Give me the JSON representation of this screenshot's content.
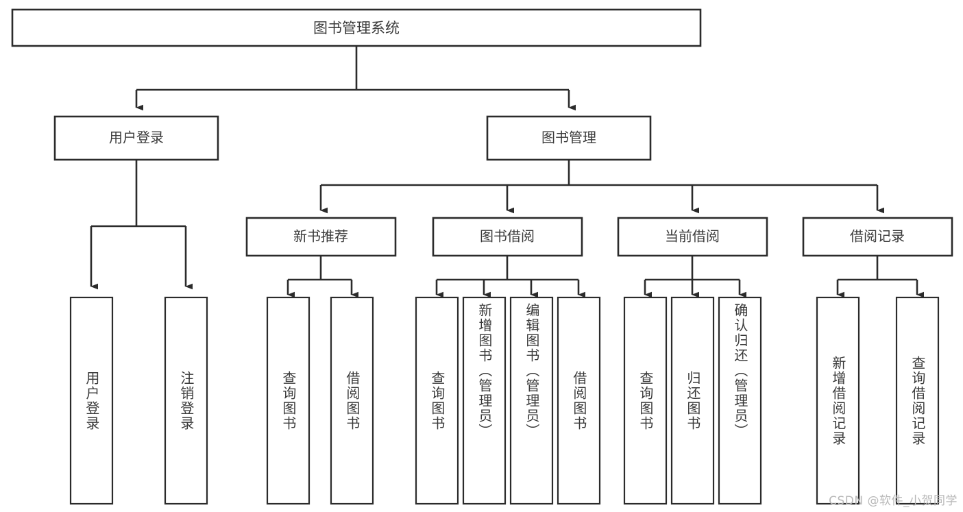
{
  "diagram": {
    "type": "tree-hierarchy",
    "title": "图书管理系统",
    "orientation": "top-down",
    "watermark": "CSDN @软件_小贺同学",
    "colors": {
      "background": "#ffffff",
      "node_stroke": "#2b2b2b",
      "node_fill": "#ffffff",
      "text": "#3a3a3a",
      "watermark": "#b8b8b8"
    },
    "root": {
      "id": "root",
      "label": "图书管理系统"
    },
    "level1": [
      {
        "id": "user-login",
        "label": "用户登录"
      },
      {
        "id": "book-manage",
        "label": "图书管理"
      }
    ],
    "level2": [
      {
        "id": "new-book-recommend",
        "label": "新书推荐",
        "parent": "book-manage"
      },
      {
        "id": "book-borrow",
        "label": "图书借阅",
        "parent": "book-manage"
      },
      {
        "id": "current-borrow",
        "label": "当前借阅",
        "parent": "book-manage"
      },
      {
        "id": "borrow-record",
        "label": "借阅记录",
        "parent": "book-manage"
      }
    ],
    "leaves": [
      {
        "id": "leaf-user-login",
        "label": "用户登录",
        "parent": "user-login"
      },
      {
        "id": "leaf-user-logout",
        "label": "注销登录",
        "parent": "user-login"
      },
      {
        "id": "leaf-query-book-1",
        "label": "查询图书",
        "parent": "new-book-recommend"
      },
      {
        "id": "leaf-borrow-book-1",
        "label": "借阅图书",
        "parent": "new-book-recommend"
      },
      {
        "id": "leaf-query-book-2",
        "label": "查询图书",
        "parent": "book-borrow"
      },
      {
        "id": "leaf-add-book",
        "label": "新增图书（管理员）",
        "parent": "book-borrow"
      },
      {
        "id": "leaf-edit-book",
        "label": "编辑图书（管理员）",
        "parent": "book-borrow"
      },
      {
        "id": "leaf-borrow-book-2",
        "label": "借阅图书",
        "parent": "book-borrow"
      },
      {
        "id": "leaf-query-book-3",
        "label": "查询图书",
        "parent": "current-borrow"
      },
      {
        "id": "leaf-return-book",
        "label": "归还图书",
        "parent": "current-borrow"
      },
      {
        "id": "leaf-confirm-return",
        "label": "确认归还（管理员）",
        "parent": "current-borrow"
      },
      {
        "id": "leaf-add-record",
        "label": "新增借阅记录",
        "parent": "borrow-record"
      },
      {
        "id": "leaf-query-record",
        "label": "查询借阅记录",
        "parent": "borrow-record"
      }
    ]
  }
}
